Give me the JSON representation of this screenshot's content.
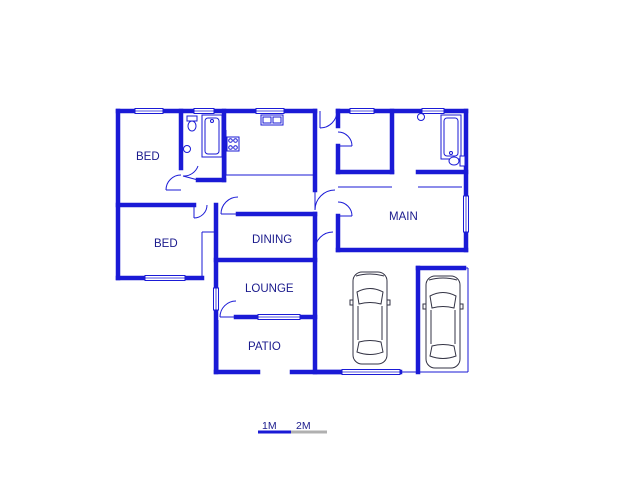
{
  "rooms": {
    "bed_top": "BED",
    "bed_bottom": "BED",
    "dining": "DINING",
    "lounge": "LOUNGE",
    "patio": "PATIO",
    "main": "MAIN"
  },
  "scale": {
    "label_1": "1M",
    "label_2": "2M"
  },
  "colors": {
    "wall": "#1a1ad6",
    "label": "#1a1a8c",
    "scale_grey": "#b0b0b0"
  }
}
